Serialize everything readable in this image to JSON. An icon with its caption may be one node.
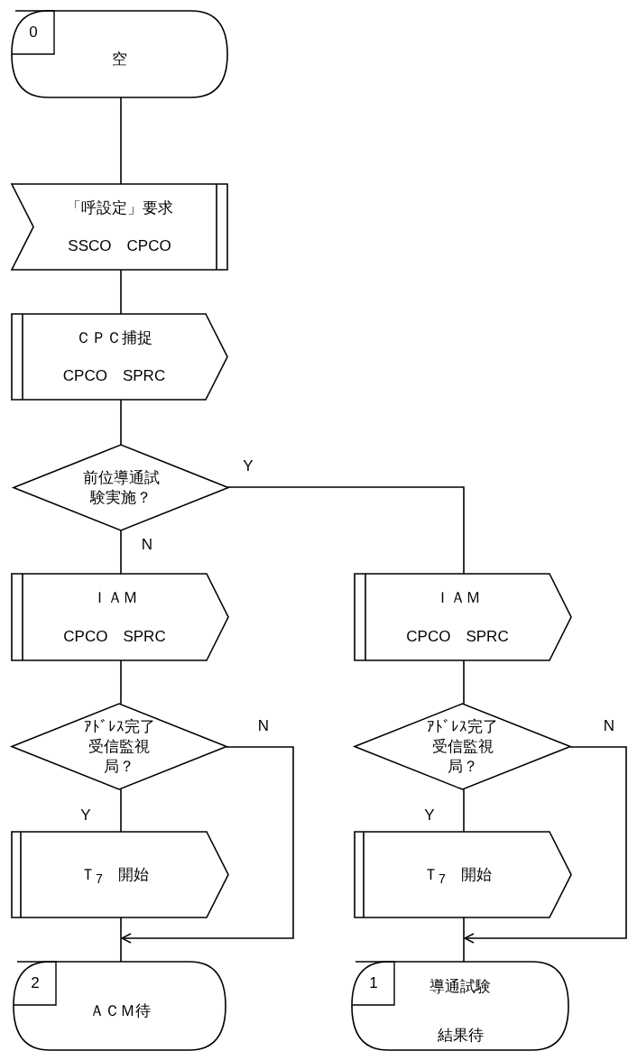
{
  "diagram": {
    "nodes": [
      {
        "text": [
          "0",
          "空"
        ]
      },
      {
        "text": [
          "「呼設定」要求",
          "SSCO　CPCO"
        ]
      },
      {
        "text": [
          "ＣＰＣ捕捉",
          "CPCO　SPRC"
        ]
      },
      {
        "text": [
          "前位導通試験実施？"
        ]
      },
      {
        "text": [
          "ＩＡＭ",
          "CPCO　SPRC"
        ]
      },
      {
        "text": [
          "ＩＡＭ",
          "CPCO　SPRC"
        ]
      },
      {
        "text": [
          "ｱﾄﾞﾚｽ完了受信監視局？"
        ]
      },
      {
        "text": [
          "ｱﾄﾞﾚｽ完了受信監視局？"
        ]
      },
      {
        "text": [
          "Ｔ$_{7}$　開始"
        ]
      },
      {
        "text": [
          "Ｔ$_{7}$　開始"
        ]
      },
      {
        "text": [
          "2",
          "ＡＣＭ待"
        ]
      },
      {
        "text": [
          "1",
          "導通試験結果待"
        ]
      }
    ],
    "edges": [
      {
        "from": 0,
        "to": 1,
        "arrow": "none"
      },
      {
        "from": 1,
        "to": 2,
        "arrow": "none"
      },
      {
        "from": 2,
        "to": 3,
        "arrow": "none"
      },
      {
        "from": 3,
        "to": 4,
        "arrow": "none",
        "label": "N"
      },
      {
        "from": 3,
        "to": 5,
        "arrow": "none",
        "label": "Y"
      },
      {
        "from": 4,
        "to": 6,
        "arrow": "none"
      },
      {
        "from": 5,
        "to": 7,
        "arrow": "none"
      },
      {
        "from": 6,
        "to": 8,
        "arrow": "none",
        "label": "Y"
      },
      {
        "from": 7,
        "to": 9,
        "arrow": "none",
        "label": "Y"
      },
      {
        "from": 8,
        "to": 10,
        "arrow": "none"
      },
      {
        "from": 9,
        "to": 11,
        "arrow": "none"
      },
      {
        "from": 6,
        "to": 10,
        "arrow": "to",
        "label": "N"
      },
      {
        "from": 7,
        "to": 11,
        "arrow": "to",
        "label": "N"
      }
    ]
  }
}
